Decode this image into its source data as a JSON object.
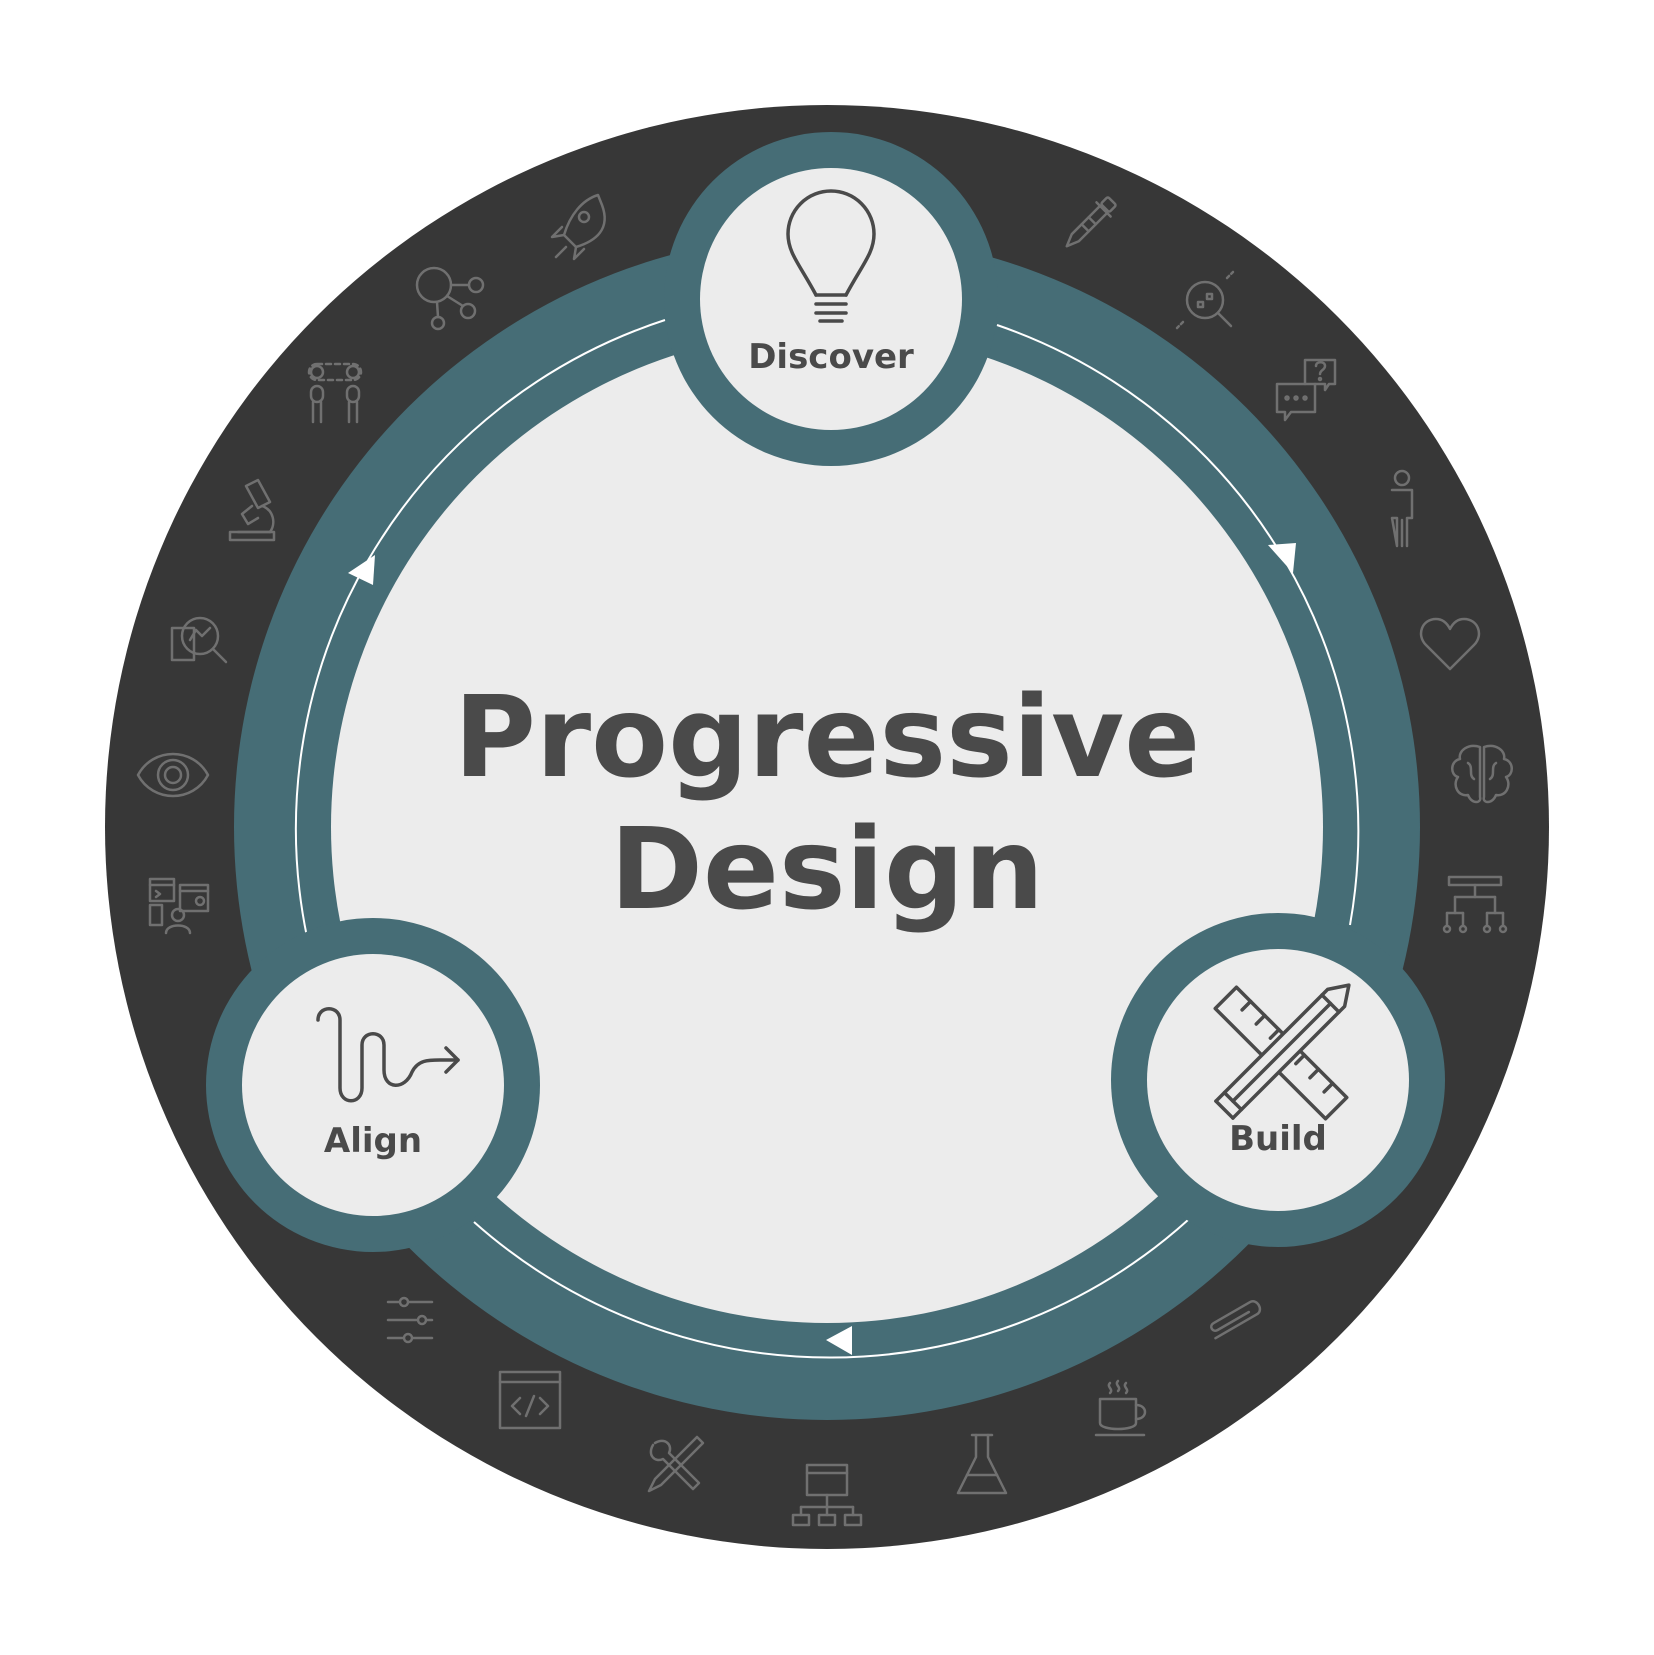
{
  "title": {
    "line1": "Progressive",
    "line2": "Design"
  },
  "nodes": [
    {
      "id": "discover",
      "label": "Discover",
      "icon": "lightbulb-icon"
    },
    {
      "id": "build",
      "label": "Build",
      "icon": "pencil-ruler-icon"
    },
    {
      "id": "align",
      "label": "Align",
      "icon": "winding-path-arrow-icon"
    }
  ],
  "cycle_direction": "clockwise",
  "ring_icons": [
    "rocket-icon",
    "molecule-icon",
    "user-connection-icon",
    "microscope-icon",
    "analytics-search-icon",
    "eye-icon",
    "dashboard-user-icon",
    "sliders-icon",
    "code-window-icon",
    "tools-icon",
    "sitemap-icon",
    "flask-icon",
    "coffee-cup-icon",
    "paperclip-icon",
    "org-chart-icon",
    "brain-icon",
    "heart-icon",
    "person-icon",
    "chat-question-icon",
    "data-search-icon",
    "pipette-icon"
  ],
  "colors": {
    "outer_ring": "#373737",
    "teal_ring": "#466d76",
    "inner_fill": "#ececec",
    "text": "#4a4a4a",
    "ring_icon_stroke": "#707070"
  }
}
